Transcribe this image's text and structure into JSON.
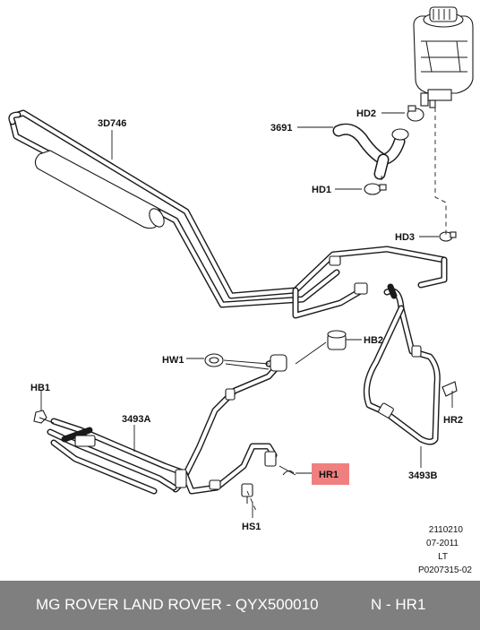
{
  "diagram": {
    "labels": {
      "l3d746": "3D746",
      "l3691": "3691",
      "hd2": "HD2",
      "hd1": "HD1",
      "hd3": "HD3",
      "hw1": "HW1",
      "hb2": "HB2",
      "hb1": "HB1",
      "l3493a": "3493A",
      "hr1": "HR1",
      "hr2": "HR2",
      "l3493b": "3493B",
      "hs1": "HS1"
    },
    "highlight_color": "#f08080",
    "meta": {
      "code": "2110210",
      "date": "07-2011",
      "side": "LT",
      "ref": "P0207315-02"
    }
  },
  "footer": {
    "title": "MG ROVER LAND ROVER - QYX500010",
    "part_ref": "N - HR1"
  }
}
